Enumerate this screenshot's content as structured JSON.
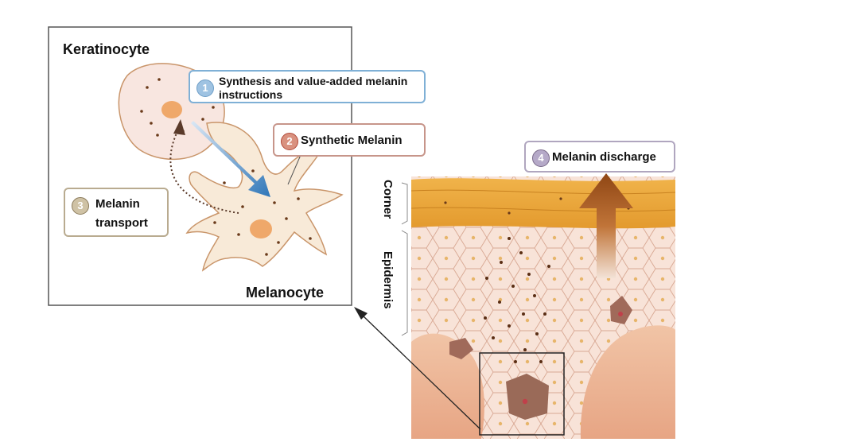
{
  "labels": {
    "keratinocyte": "Keratinocyte",
    "melanocyte": "Melanocyte",
    "corner": "Corner",
    "epidermis": "Epidermis"
  },
  "steps": [
    {
      "number": "1",
      "text_line1": "Synthesis and value-added melanin",
      "text_line2": "instructions",
      "color": "#4a7fa8"
    },
    {
      "number": "2",
      "text": "Synthetic Melanin",
      "color": "#b24a3a"
    },
    {
      "number": "3",
      "text_line1": "Melanin",
      "text_line2": "transport",
      "color": "#8a7a5a"
    },
    {
      "number": "4",
      "text": "Melanin discharge",
      "color": "#7a6a8a"
    }
  ],
  "colors": {
    "corner_layer": "#e8a83a",
    "epidermis_cells": "#f6dccf",
    "arrow_blue": "#3d7fc0",
    "arrow_brown": "#a8561e",
    "cell_fill": "#f7e8e0"
  }
}
